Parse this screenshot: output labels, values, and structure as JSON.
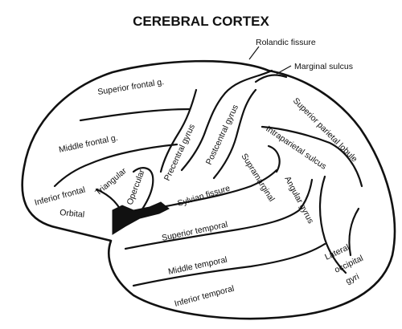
{
  "title": "CEREBRAL CORTEX",
  "labels": {
    "rolandic_fissure": "Rolandic fissure",
    "marginal_sulcus": "Marginal sulcus",
    "superior_frontal": "Superior frontal g.",
    "superior_parietal": "Superior parietal lobule",
    "middle_frontal": "Middle frontal g.",
    "postcentral": "Postcentral gyrus",
    "precentral": "Precentral gyrus",
    "intraparietal": "Intraparietal sulcus",
    "supramarginal": "Supramarginal",
    "triangular": "Triangular",
    "inferior_frontal": "Inferior frontal",
    "opercular": "Opercular",
    "angular": "Angular gyrus",
    "orbital": "Orbital",
    "sylvian": "Sylvian fissure",
    "superior_temporal": "Superior temporal",
    "middle_temporal": "Middle temporal",
    "inferior_temporal": "Inferior temporal",
    "lateral_occipital": [
      "Lateral",
      "occipital",
      "gyri"
    ]
  },
  "colors": {
    "ink": "#111111",
    "background": "#ffffff"
  }
}
